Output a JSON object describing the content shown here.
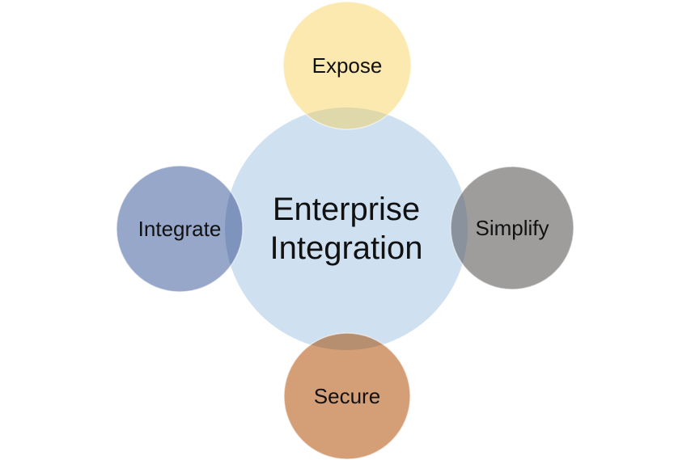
{
  "diagram": {
    "type": "radial-venn",
    "background_color": "#ffffff",
    "text_color": "#111111",
    "center": {
      "label_line1": "Enterprise",
      "label_line2": "Integration",
      "color": "#cfe0f1"
    },
    "nodes": [
      {
        "id": "expose",
        "label": "Expose",
        "position": "top",
        "color": "#fbe9af",
        "overlap_color": "#ded8ab"
      },
      {
        "id": "integrate",
        "label": "Integrate",
        "position": "left",
        "color": "#97a7c9",
        "overlap_color": "#7e94bd"
      },
      {
        "id": "simplify",
        "label": "Simplify",
        "position": "right",
        "color": "#9e9d9c",
        "overlap_color": "#8a929e"
      },
      {
        "id": "secure",
        "label": "Secure",
        "position": "bottom",
        "color": "#d49e77",
        "overlap_color": "#b68e70"
      }
    ]
  }
}
